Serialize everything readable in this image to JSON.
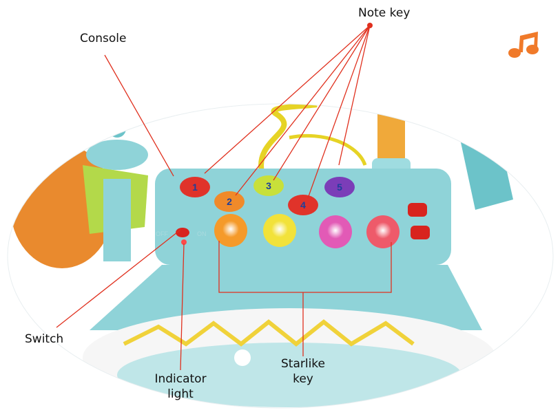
{
  "callouts": {
    "note_key": "Note key",
    "console": "Console",
    "switch": "Switch",
    "indicator_light": "Indicator light",
    "starlike_key": "Starlike key"
  },
  "note_keys": [
    "1",
    "2",
    "3",
    "4",
    "5"
  ],
  "switch_labels": {
    "off": "OFF",
    "on": "ON"
  },
  "colors": {
    "callout_line": "#e0301e",
    "console": "#8fd3d8",
    "music_icon": "#f07a2a"
  },
  "icons": [
    "music-note-icon"
  ]
}
